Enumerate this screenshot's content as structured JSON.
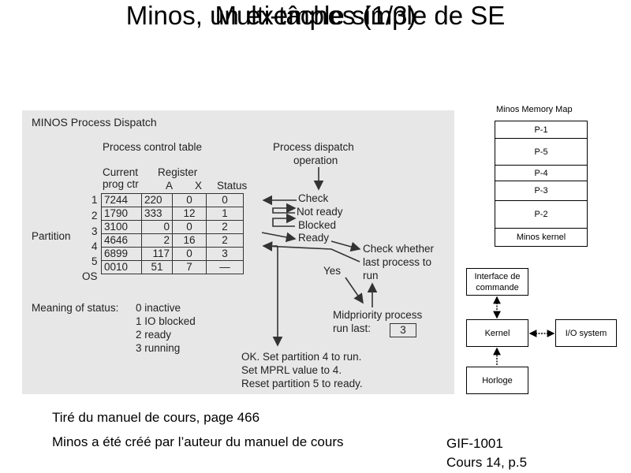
{
  "title": {
    "line1": "Minos, un exemple simple de SE",
    "line2": "Multi-tâches (1/3)"
  },
  "scan": {
    "heading": "MINOS Process Dispatch",
    "pct_title": "Process control table",
    "col_current": "Current",
    "col_prog_ctr": "prog ctr",
    "col_register": "Register",
    "col_a": "A",
    "col_x": "X",
    "col_status": "Status",
    "partition_label": "Partition",
    "row_labels": [
      "1",
      "2",
      "3",
      "4",
      "5",
      "OS"
    ],
    "rows": [
      [
        "7244",
        "220",
        "0",
        "0"
      ],
      [
        "1790",
        "333",
        "12",
        "1"
      ],
      [
        "3100",
        "0",
        "0",
        "2"
      ],
      [
        "4646",
        "2",
        "16",
        "2"
      ],
      [
        "6899",
        "117",
        "0",
        "3"
      ],
      [
        "0010",
        "51",
        "7",
        "—"
      ]
    ],
    "dispatch_title1": "Process dispatch",
    "dispatch_title2": "operation",
    "ops": [
      "Check",
      "Not ready",
      "Blocked",
      "Ready"
    ],
    "check_whether": [
      "Check whether",
      "last process to",
      "run"
    ],
    "yes": "Yes",
    "midpriority": [
      "Midpriority process",
      "run last:"
    ],
    "midpriority_value": "3",
    "ok_text": [
      "OK. Set partition 4 to run.",
      "Set MPRL value to 4.",
      "Reset partition 5 to ready."
    ],
    "meaning_label": "Meaning of status:",
    "meaning": [
      "0 inactive",
      "1 IO blocked",
      "2 ready",
      "3 running"
    ]
  },
  "memory_map": {
    "title": "Minos Memory Map",
    "blocks": [
      "P-1",
      "P-5",
      "P-4",
      "P-3",
      "P-2",
      "Minos kernel"
    ]
  },
  "arch": {
    "interface": [
      "Interface de",
      "commande"
    ],
    "kernel": "Kernel",
    "io": "I/O system",
    "horloge": "Horloge"
  },
  "footer": {
    "line1": "Tiré du manuel de cours, page 466",
    "line2": "Minos a été créé par l’auteur du manuel de cours",
    "course": "GIF-1001",
    "page": "Cours 14, p.5"
  }
}
